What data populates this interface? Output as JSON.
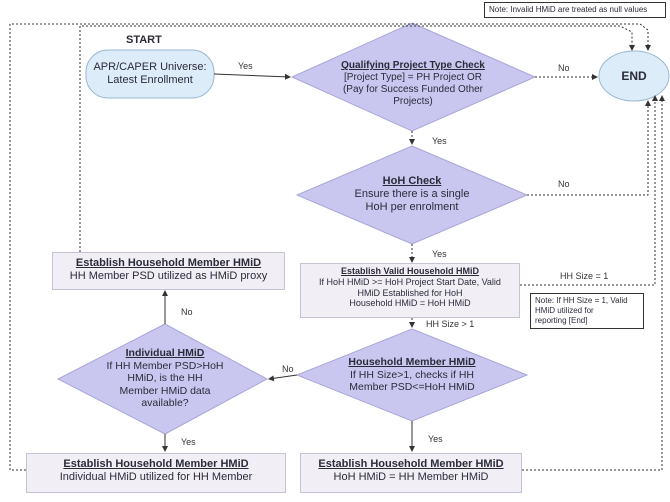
{
  "note_top": "Note: Invalid HMiD are treated as null values",
  "start": {
    "label": "START",
    "line1": "APR/CAPER Universe:",
    "line2": "Latest Enrollment"
  },
  "end": {
    "label": "END"
  },
  "qualifying": {
    "title": "Qualifying Project Type Check",
    "line1": "[Project Type] = PH Project OR",
    "line2": "(Pay for Success Funded Other",
    "line3": "Projects)"
  },
  "hoh_check": {
    "title": "HoH Check",
    "line1": "Ensure there is a single",
    "line2": "HoH per enrolment"
  },
  "valid_hmid": {
    "title": "Establish Valid Household HMiD",
    "line1": "If HoH HMiD >= HoH Project Start Date, Valid",
    "line2": "HMiD Established for HoH",
    "line3": "Household HMiD = HoH HMiD"
  },
  "note_mid": {
    "line1": "Note: If HH Size = 1, Valid",
    "line2": "HMiD utilized for",
    "line3": "reporting [End]"
  },
  "hh_member": {
    "title": "Household Member HMiD",
    "line1": "If HH Size>1, checks if HH",
    "line2": "Member PSD<=HoH HMiD"
  },
  "individual": {
    "title": "Individual HMiD",
    "line1": "If HH Member PSD>HoH",
    "line2": "HMiD,  is the HH",
    "line3": "Member HMiD data",
    "line4": "available?"
  },
  "est_proxy": {
    "title": "Establish Household Member HMiD",
    "line1": "HH Member PSD utilized as HMiD proxy"
  },
  "est_individual": {
    "title": "Establish Household Member HMiD",
    "line1": "Individual HMiD utilized for HH Member"
  },
  "est_hoh": {
    "title": "Establish Household Member HMiD",
    "line1": "HoH HMiD = HH Member HMiD"
  },
  "edge_labels": {
    "start_yes": "Yes",
    "qual_no": "No",
    "qual_yes": "Yes",
    "hoh_no": "No",
    "hoh_yes": "Yes",
    "hh1": "HH Size = 1",
    "hhgt1": "HH Size > 1",
    "member_no": "No",
    "member_yes": "Yes",
    "indiv_no": "No",
    "indiv_yes": "Yes"
  },
  "colors": {
    "shape_fill": "#c9c7ef",
    "box_fill": "#f1eef6",
    "start_fill": "#dcecf8",
    "line": "#333333"
  }
}
